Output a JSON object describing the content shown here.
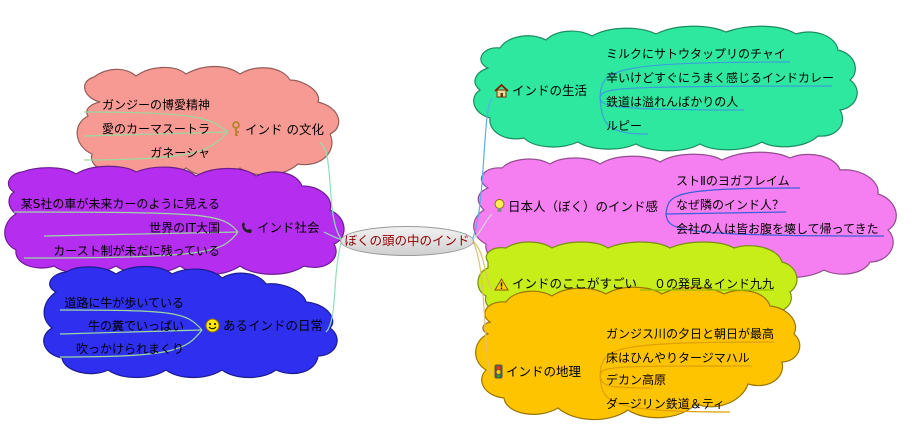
{
  "root": {
    "label": "ぼくの頭の中のインド"
  },
  "colors": {
    "culture": "#f79a93",
    "society": "#b52ef0",
    "daily": "#2f2ff0",
    "life": "#2fe8a0",
    "view": "#f57ef0",
    "great": "#c8ee1a",
    "geo": "#ffc400"
  },
  "left": {
    "culture": {
      "icon": "key-icon",
      "label": "インド の文化",
      "items": [
        "ガンジーの博愛精神",
        "愛のカーマスートラ",
        "ガネーシャ"
      ]
    },
    "society": {
      "icon": "telephone-icon",
      "label": "インド社会",
      "items": [
        "某S社の車が未来カーのように見える",
        "世界のIT大国",
        "カースト制が未だに残っている"
      ]
    },
    "daily": {
      "icon": "smiley-icon",
      "label": "あるインドの日常",
      "items": [
        "道路に牛が歩いている",
        "牛の糞でいっぱい",
        "吹っかけられまくり"
      ]
    }
  },
  "right": {
    "life": {
      "icon": "house-icon",
      "label": "インドの生活",
      "items": [
        "ミルクにサトウタップリのチャイ",
        "辛いけどすぐにうまく感じるインドカレー",
        "鉄道は溢れんばかりの人",
        "ルピー"
      ]
    },
    "view": {
      "icon": "lightbulb-icon",
      "label": "日本人（ぼく）のインド感",
      "items": [
        "ストⅡのヨガフレイム",
        "なぜ隣のインド人？",
        "会社の人は皆お腹を壊して帰ってきた"
      ]
    },
    "great": {
      "icon": "warning-icon",
      "label": "インドのここがすごい",
      "items": [
        "０の発見＆インド九九"
      ]
    },
    "geo": {
      "icon": "traffic-light-icon",
      "label": "インドの地理",
      "items": [
        "ガンジス川の夕日と朝日が最高",
        "床はひんやりタージマハル",
        "デカン高原",
        "ダージリン鉄道＆ティ"
      ]
    }
  }
}
